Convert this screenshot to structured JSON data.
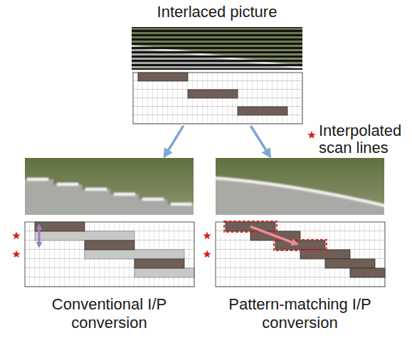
{
  "diagram": {
    "nodes": [
      {
        "text": [
          "Interlaced picture"
        ]
      },
      {
        "text": [
          "Conventional I/P conversion"
        ]
      },
      {
        "text": [
          "Pattern-matching I/P conversion"
        ]
      }
    ],
    "edges": [
      {
        "from": 0,
        "to": 1,
        "arrow": "to"
      },
      {
        "from": 0,
        "to": 2,
        "arrow": "to"
      }
    ],
    "labels": [
      "Interpolated scan lines"
    ]
  }
}
